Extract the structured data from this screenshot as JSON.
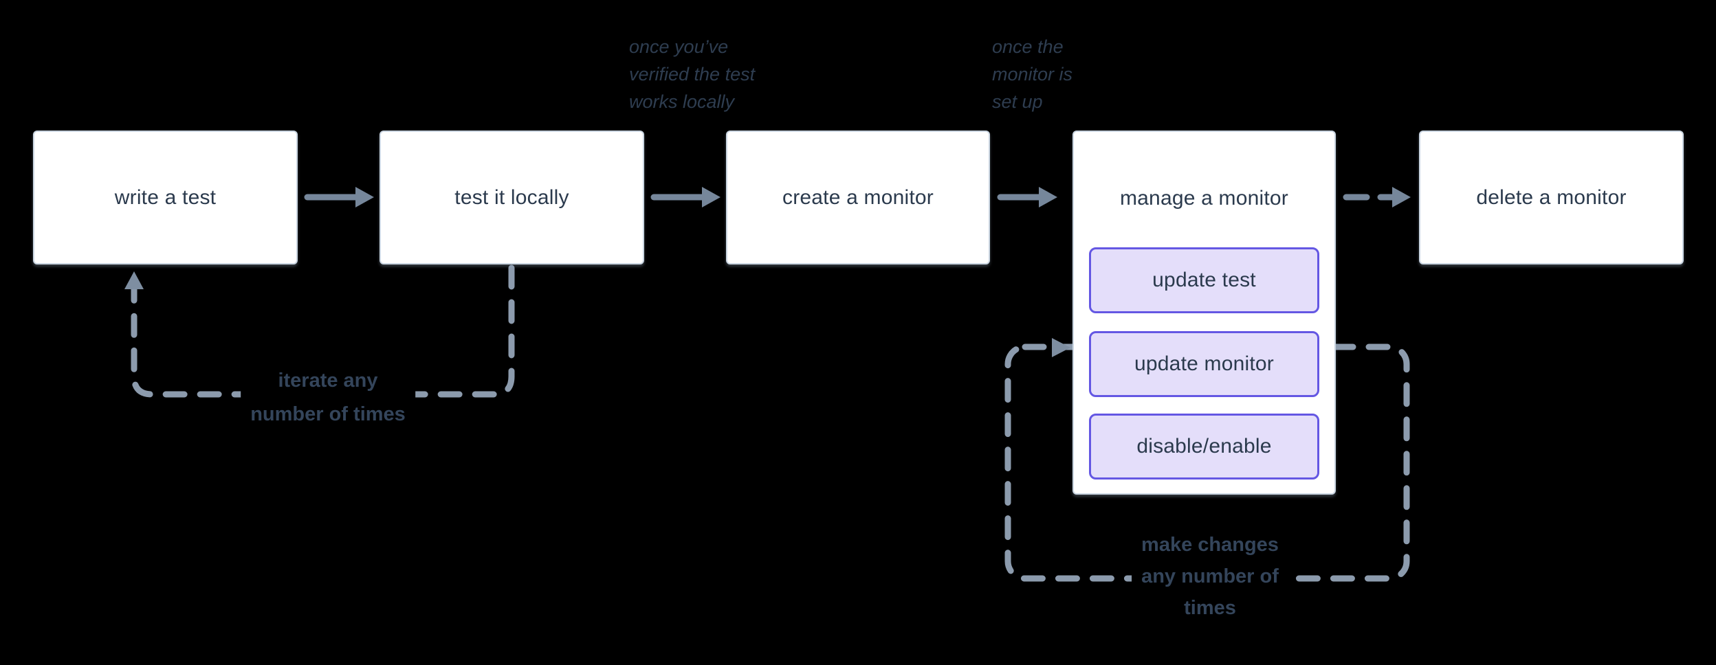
{
  "nodes": [
    {
      "id": "write-test",
      "label": "write a test"
    },
    {
      "id": "test-locally",
      "label": "test it locally"
    },
    {
      "id": "create-monitor",
      "label": "create a monitor"
    },
    {
      "id": "manage-monitor",
      "label": "manage a monitor",
      "children": [
        {
          "label": "update test"
        },
        {
          "label": "update monitor"
        },
        {
          "label": "disable/enable"
        }
      ]
    },
    {
      "id": "delete-monitor",
      "label": "delete a monitor"
    }
  ],
  "annotations": [
    {
      "id": "once-verified",
      "lines": [
        "once you’ve",
        "verified the test",
        "works locally"
      ]
    },
    {
      "id": "once-setup",
      "lines": [
        "once the",
        "monitor is",
        "set up"
      ]
    }
  ],
  "loop_labels": [
    {
      "id": "iterate",
      "lines": [
        "iterate any",
        "number of times"
      ]
    },
    {
      "id": "make-changes",
      "lines": [
        "make changes",
        "any number of",
        "times"
      ]
    }
  ],
  "colors": {
    "background": "#000000",
    "node_fill": "#ffffff",
    "node_border": "#cbd6e2",
    "node_text": "#2b3a4d",
    "action_fill": "#e4defa",
    "action_border": "#6457e3",
    "arrow": "#76879b",
    "loop_dash": "#8c9bad",
    "loop_arrowhead": "#7e8ea1",
    "annotation_text": "#2e3d50",
    "loop_label_text": "#34455b"
  }
}
